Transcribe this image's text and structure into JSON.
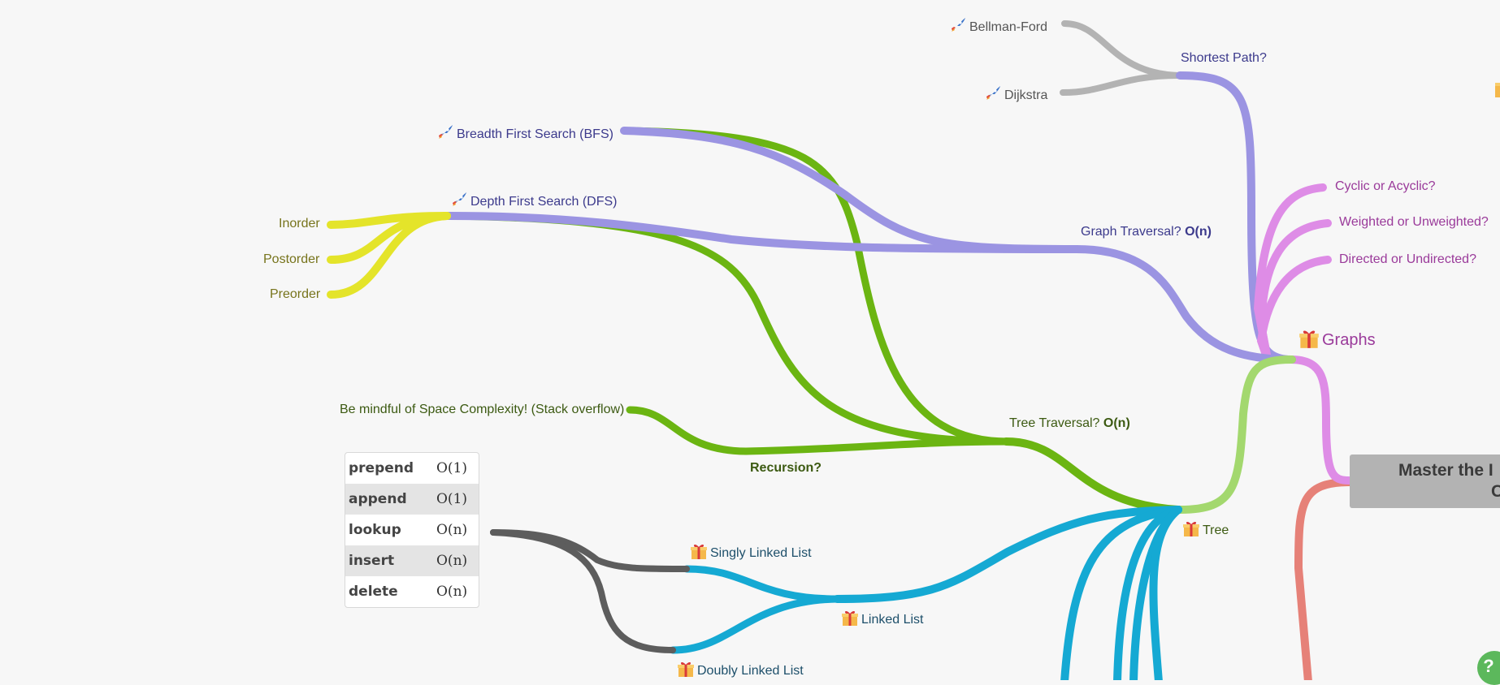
{
  "root": {
    "line1": "Master the I",
    "line2": "C"
  },
  "nodes": {
    "bellman_ford": "Bellman-Ford",
    "dijkstra": "Dijkstra",
    "shortest_path": "Shortest Path?",
    "bfs": "Breadth First Search (BFS)",
    "dfs": "Depth First Search (DFS)",
    "inorder": "Inorder",
    "postorder": "Postorder",
    "preorder": "Preorder",
    "graph_traversal": "Graph Traversal? ",
    "graph_traversal_complexity": "O(n)",
    "cyclic": "Cyclic or Acyclic?",
    "weighted": "Weighted or Unweighted?",
    "directed": "Directed or Undirected?",
    "graphs": "Graphs",
    "space_complexity": "Be mindful of Space Complexity! (Stack overflow)",
    "tree_traversal": "Tree Traversal? ",
    "tree_traversal_complexity": "O(n)",
    "recursion": "Recursion?",
    "tree": "Tree",
    "singly_linked_list": "Singly Linked List",
    "linked_list": "Linked List",
    "doubly_linked_list": "Doubly Linked List"
  },
  "operations_table": [
    {
      "op": "prepend",
      "complexity": "O(1)"
    },
    {
      "op": "append",
      "complexity": "O(1)"
    },
    {
      "op": "lookup",
      "complexity": "O(n)"
    },
    {
      "op": "insert",
      "complexity": "O(n)"
    },
    {
      "op": "delete",
      "complexity": "O(n)"
    }
  ],
  "help_label": "?",
  "colors": {
    "purple_branch": "#9b94e2",
    "green_branch": "#6bb512",
    "light_green_branch": "#a3d86e",
    "yellow_branch": "#e4e42a",
    "magenta_branch": "#de8ce6",
    "teal_branch": "#15a9d3",
    "grey_branch": "#b3b3b3",
    "dark_grey_branch": "#5d5d5d",
    "red_branch": "#e68178"
  }
}
